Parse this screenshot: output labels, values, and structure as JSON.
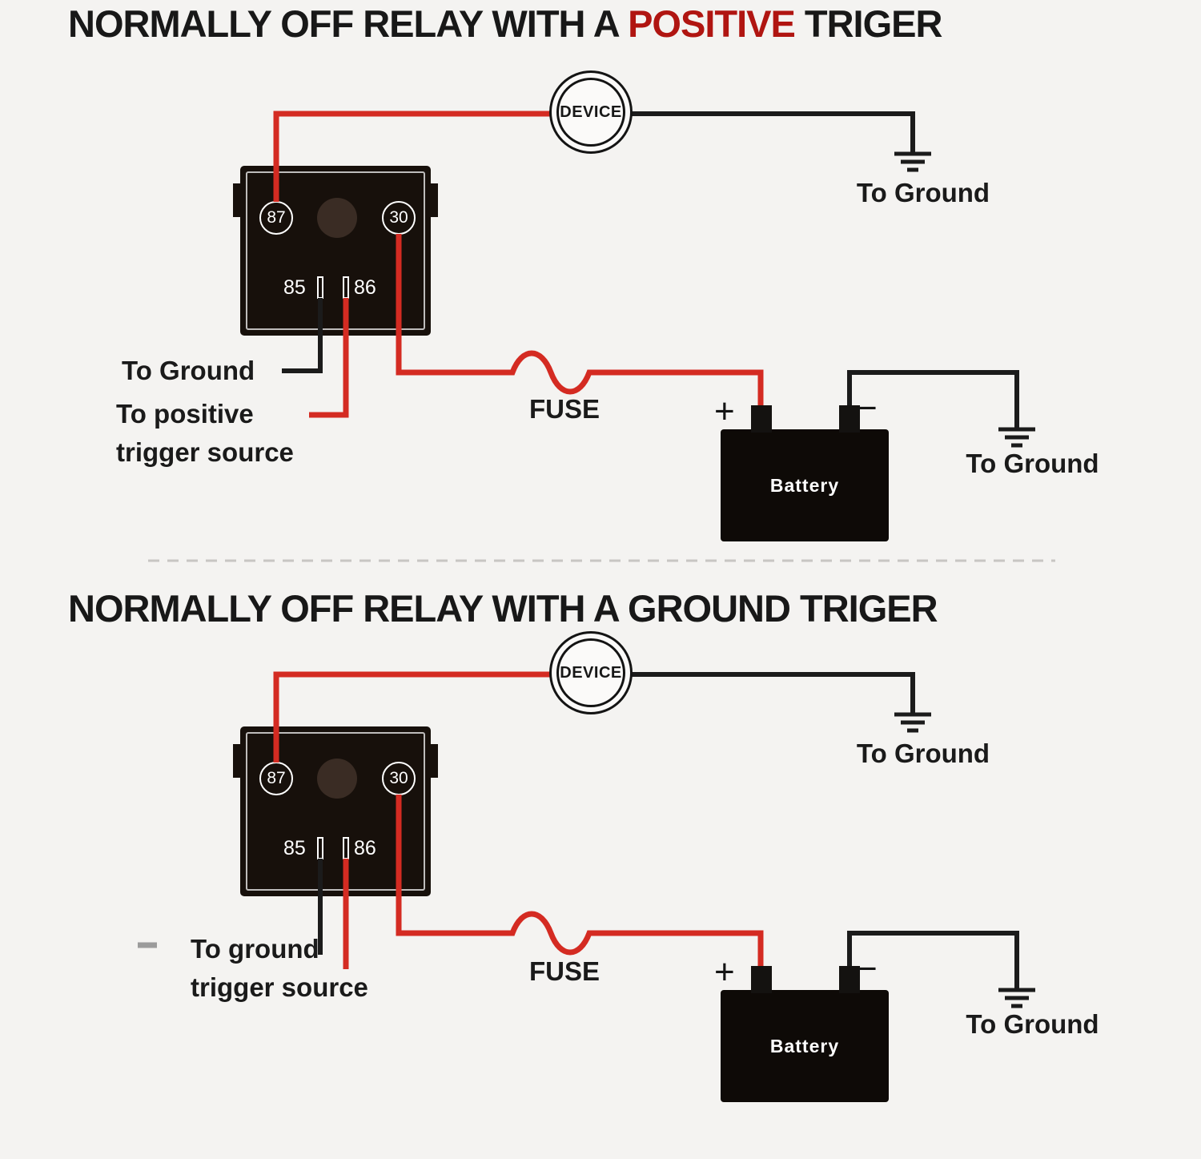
{
  "colors": {
    "background": "#f4f3f1",
    "wire_red": "#d42b22",
    "wire_black": "#1b1b1b",
    "title_red": "#b01511",
    "relay_body": "#17100b",
    "battery_body": "#0e0a07"
  },
  "diagram1": {
    "title": {
      "prefix": "NORMALLY OFF RELAY WITH A ",
      "highlight": "POSITIVE",
      "suffix": " TRIGER"
    },
    "device_label": "DEVICE",
    "device_ground_label": "To Ground",
    "relay": {
      "pin87": "87",
      "pin30": "30",
      "pin85": "85",
      "pin86": "86"
    },
    "relay_ground_label": "To Ground",
    "trigger_label_line1": "To positive",
    "trigger_label_line2": "trigger source",
    "fuse_label": "FUSE",
    "battery_label": "Battery",
    "battery_plus": "+",
    "battery_minus": "−",
    "battery_ground_label": "To Ground"
  },
  "diagram2": {
    "title": {
      "prefix": "NORMALLY OFF RELAY WITH A GROUND TRIGER",
      "highlight": "",
      "suffix": ""
    },
    "device_label": "DEVICE",
    "device_ground_label": "To Ground",
    "relay": {
      "pin87": "87",
      "pin30": "30",
      "pin85": "85",
      "pin86": "86"
    },
    "trigger_label_line1": "To ground",
    "trigger_label_line2": "trigger source",
    "fuse_label": "FUSE",
    "battery_label": "Battery",
    "battery_plus": "+",
    "battery_minus": "−",
    "battery_ground_label": "To Ground"
  }
}
